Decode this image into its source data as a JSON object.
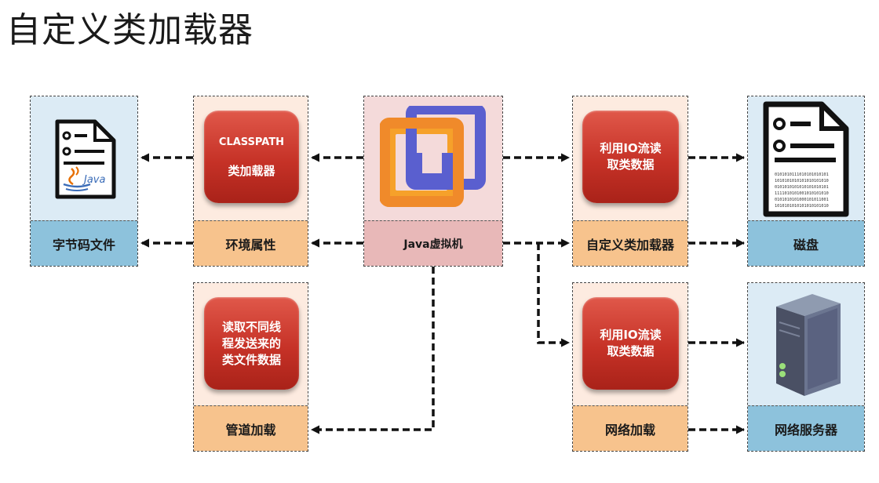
{
  "title": "自定义类加载器",
  "boxes": {
    "bytecode_label": "字节码文件",
    "env_label": "环境属性",
    "classpath_btn_line1": "CLASSPATH",
    "classpath_btn_line2": "类加载器",
    "jvm_label": "Java虚拟机",
    "custom_loader_label": "自定义类加载器",
    "io_btn_line1": "利用IO流读",
    "io_btn_line2": "取类数据",
    "disk_label": "磁盘",
    "pipe_btn_line1": "读取不同线",
    "pipe_btn_line2": "程发送来的",
    "pipe_btn_line3": "类文件数据",
    "pipe_label": "管道加载",
    "net_io_btn_line1": "利用IO流读",
    "net_io_btn_line2": "取类数据",
    "net_label": "网络加载",
    "server_label": "网络服务器"
  },
  "icons": {
    "java_file": "java-document-icon",
    "jvm_logo": "jvm-squares-icon",
    "disk_file": "binary-document-icon",
    "server": "server-tower-icon"
  },
  "colors": {
    "blue_top": "#dcebf5",
    "blue_bottom": "#8dc2dc",
    "orange_top": "#fdebe0",
    "orange_bottom": "#f7c38d",
    "pink_top": "#f4dada",
    "pink_bottom": "#e8b8b8",
    "red_button": "#c63227"
  }
}
